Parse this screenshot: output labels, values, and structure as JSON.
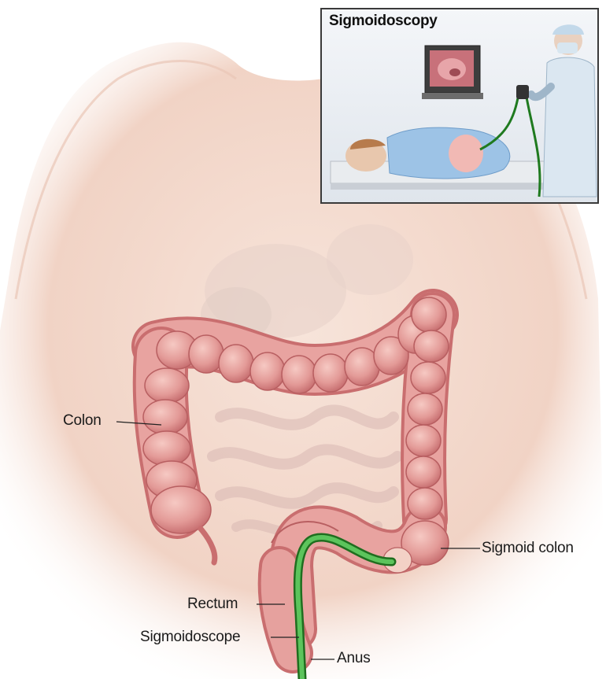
{
  "inset": {
    "title": "Sigmoidoscopy"
  },
  "labels": {
    "colon": "Colon",
    "sigmoid_colon": "Sigmoid colon",
    "rectum": "Rectum",
    "sigmoidoscope": "Sigmoidoscope",
    "anus": "Anus"
  },
  "colors": {
    "skin": "#f3d9cd",
    "colon": "#e8a3a0",
    "colon_shade": "#c96e6f",
    "scope": "#2f9a2f",
    "inset_border": "#3a3a3a",
    "inset_bg": "#eef1f5"
  }
}
